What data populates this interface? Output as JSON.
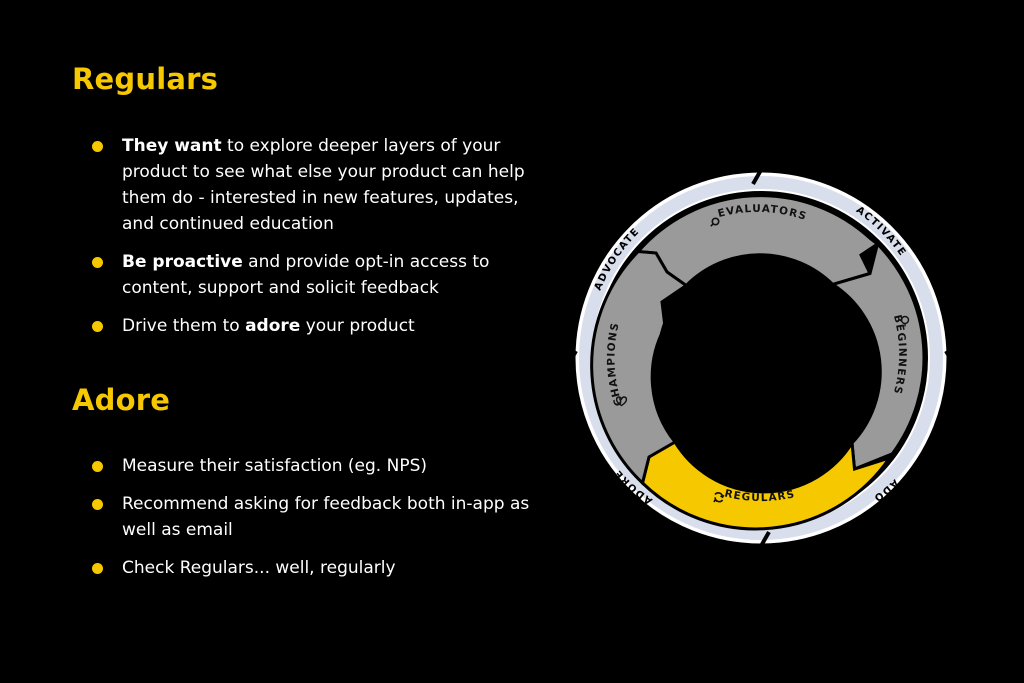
{
  "sections": {
    "regulars": {
      "heading": "Regulars",
      "bullets": [
        {
          "bold": "They want",
          "text": " to explore deeper layers of your product to see what else your product can help them do -  interested in new features, updates, and continued education"
        },
        {
          "bold": "Be proactive",
          "text": " and provide opt-in access to content, support and solicit feedback"
        },
        {
          "pre": "Drive them to ",
          "bold": "adore",
          "post": " your product"
        }
      ]
    },
    "adore": {
      "heading": "Adore",
      "bullets": [
        {
          "text": "Measure their satisfaction (eg. NPS)"
        },
        {
          "text": "Recommend asking for feedback both in-app as well as email"
        },
        {
          "text": "Check Regulars... well, regularly"
        }
      ]
    }
  },
  "diagram": {
    "outer_ring": {
      "activate": "ACTIVATE",
      "adopt": "ADOPT",
      "adore": "ADORE",
      "advocate": "ADVOCATE"
    },
    "inner_ring": {
      "evaluators": "EVALUATORS",
      "beginners": "BEGINNERS",
      "regulars": "REGULARS",
      "champions": "CHAMPIONS"
    },
    "highlighted_stage": "regulars",
    "colors": {
      "accent": "#f5c800",
      "grey": "#9a9a9a",
      "outer_ring": "#d9deed",
      "background": "#000000"
    }
  }
}
